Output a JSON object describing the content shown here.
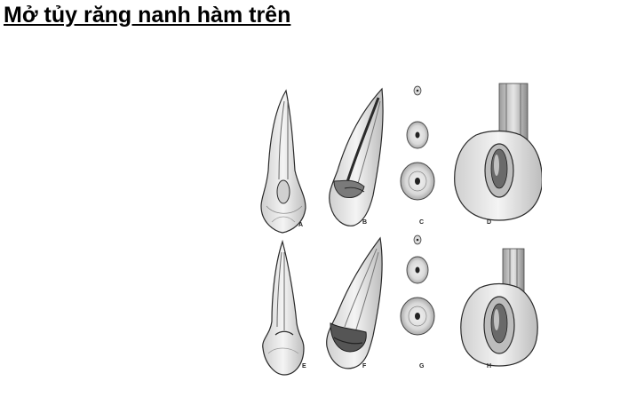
{
  "page": {
    "title": "Mở tủy răng nanh hàm trên"
  },
  "figure": {
    "panel_labels": [
      "A",
      "B",
      "C",
      "D",
      "E",
      "F",
      "G",
      "H"
    ],
    "colors": {
      "tooth_fill": "#ededed",
      "tooth_shade": "#bdbdbd",
      "outline": "#2a2a2a",
      "pulp": "#555555",
      "dark": "#222222"
    }
  }
}
